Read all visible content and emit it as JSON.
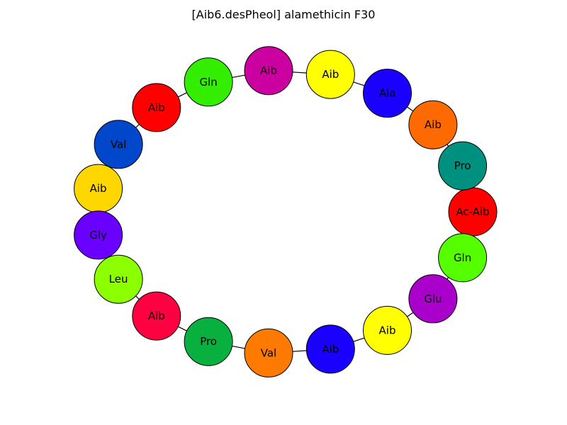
{
  "title": "[Aib6.desPheol] alamethicin F30",
  "residues": [
    {
      "label": "Ac-Aib",
      "color": "#ff0000"
    },
    {
      "label": "Pro",
      "color": "#009080"
    },
    {
      "label": "Aib",
      "color": "#ff6a00"
    },
    {
      "label": "Ala",
      "color": "#1a00ff"
    },
    {
      "label": "Aib",
      "color": "#ffff00"
    },
    {
      "label": "Aib",
      "color": "#cc00a0"
    },
    {
      "label": "Gln",
      "color": "#33ee00"
    },
    {
      "label": "Aib",
      "color": "#ff0000"
    },
    {
      "label": "Val",
      "color": "#0047cc"
    },
    {
      "label": "Aib",
      "color": "#ffd700"
    },
    {
      "label": "Gly",
      "color": "#6a00ff"
    },
    {
      "label": "Leu",
      "color": "#8cff00"
    },
    {
      "label": "Aib",
      "color": "#ff0040"
    },
    {
      "label": "Pro",
      "color": "#08b040"
    },
    {
      "label": "Val",
      "color": "#ff7a00"
    },
    {
      "label": "Aib",
      "color": "#1a00ff"
    },
    {
      "label": "Aib",
      "color": "#ffff00"
    },
    {
      "label": "Glu",
      "color": "#aa00cc"
    },
    {
      "label": "Gln",
      "color": "#55ff00"
    }
  ]
}
